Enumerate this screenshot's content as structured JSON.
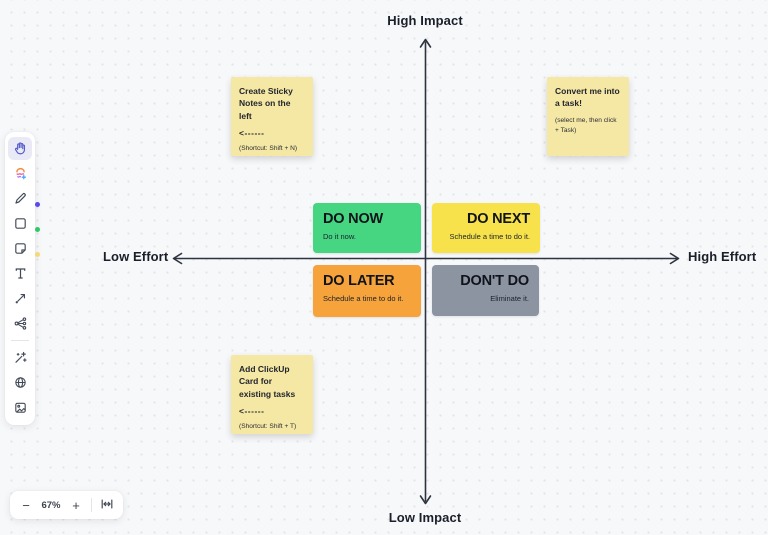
{
  "board": {
    "axes": {
      "top_label": "High Impact",
      "bottom_label": "Low Impact",
      "left_label": "Low Effort",
      "right_label": "High Effort",
      "line_color": "#2e3340"
    },
    "quadrants": [
      {
        "title": "DO NOW",
        "subtitle": "Do it now.",
        "color": "#46d581",
        "align": "left"
      },
      {
        "title": "DO NEXT",
        "subtitle": "Schedule a time to do it.",
        "color": "#f7e24c",
        "align": "right"
      },
      {
        "title": "DO LATER",
        "subtitle": "Schedule a time to do it.",
        "color": "#f6a33c",
        "align": "left"
      },
      {
        "title": "DON'T DO",
        "subtitle": "Eliminate it.",
        "color": "#8c94a2",
        "align": "right"
      }
    ],
    "sticky_notes": [
      {
        "title": "Create Sticky Notes on the left",
        "arrow": "<------",
        "note": "(Shortcut: Shift + N)"
      },
      {
        "title": "Convert me into a task!",
        "arrow": "",
        "note": "(select me, then click + Task)"
      },
      {
        "title": "Add ClickUp Card for existing tasks",
        "arrow": "<------",
        "note": "(Shortcut: Shift + T)"
      }
    ],
    "sticky_color": "#f5e7a4"
  },
  "toolbar": {
    "tools": [
      {
        "name": "hand",
        "selected": true
      },
      {
        "name": "templates",
        "selected": false
      },
      {
        "name": "pen",
        "selected": false
      },
      {
        "name": "shape",
        "selected": false
      },
      {
        "name": "sticky-note",
        "selected": false
      },
      {
        "name": "text",
        "selected": false
      },
      {
        "name": "connector",
        "selected": false
      },
      {
        "name": "mind-map",
        "selected": false
      },
      {
        "name": "magic",
        "selected": false
      },
      {
        "name": "web",
        "selected": false
      },
      {
        "name": "image",
        "selected": false
      }
    ],
    "indicator_dots": [
      {
        "tool": "pen",
        "color": "#5a48f0"
      },
      {
        "tool": "shape",
        "color": "#2fc96a"
      },
      {
        "tool": "sticky-note",
        "color": "#f6d973"
      }
    ],
    "selected_bg": "#e9eaf5",
    "selected_icon_color": "#565cc9"
  },
  "zoombar": {
    "minus_label": "−",
    "zoom_level": "67%",
    "plus_label": "+"
  }
}
